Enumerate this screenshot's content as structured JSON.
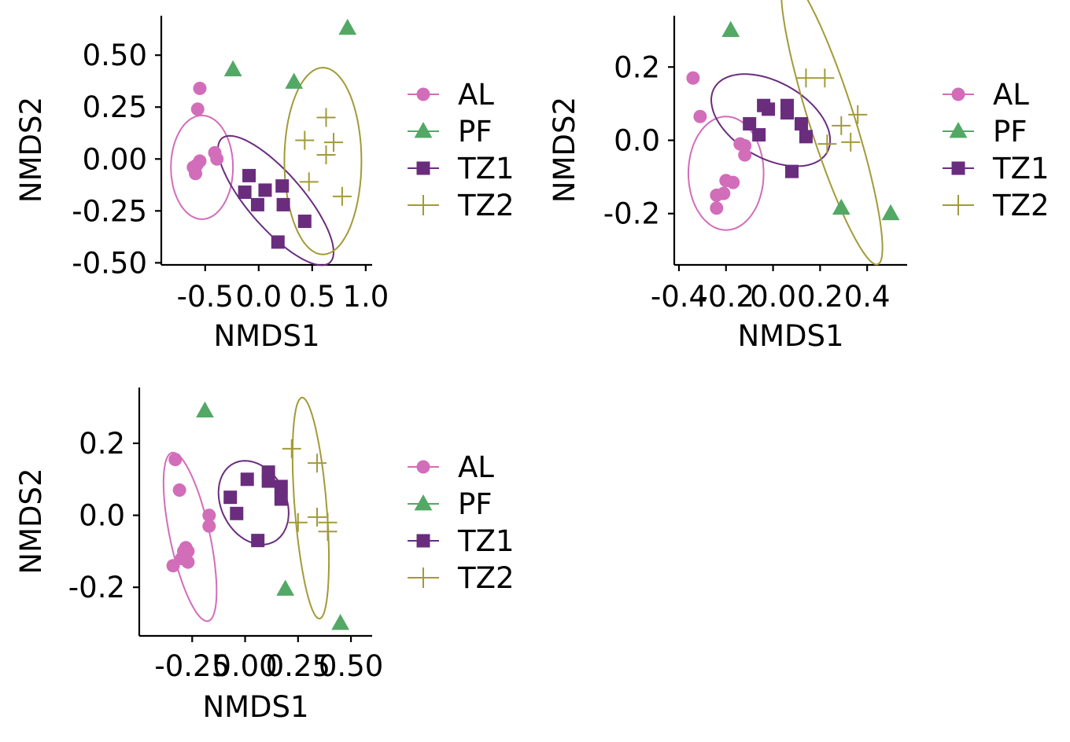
{
  "colors": {
    "AL": "#d26db9",
    "PF": "#53a865",
    "TZ1": "#6a2d7e",
    "TZ2": "#a39a38",
    "axis": "#000000",
    "background": "#ffffff"
  },
  "chart_data": [
    {
      "type": "scatter",
      "xlabel": "NMDS1",
      "ylabel": "NMDS2",
      "xlim": [
        -0.91,
        1.06
      ],
      "ylim": [
        -0.51,
        0.69
      ],
      "xticks": [
        -0.5,
        0.0,
        0.5,
        1.0
      ],
      "xtick_labels": [
        "-0.5",
        "0.0",
        "0.5",
        "1.0"
      ],
      "yticks": [
        -0.5,
        -0.25,
        0.0,
        0.25,
        0.5
      ],
      "ytick_labels": [
        "-0.50",
        "-0.25",
        "0.00",
        "0.25",
        "0.50"
      ],
      "legend": [
        "AL",
        "PF",
        "TZ1",
        "TZ2"
      ],
      "legend_position": "right",
      "series": [
        {
          "name": "AL",
          "marker": "circle",
          "points": [
            [
              -0.55,
              0.34
            ],
            [
              -0.57,
              0.24
            ],
            [
              -0.55,
              -0.01
            ],
            [
              -0.58,
              -0.03
            ],
            [
              -0.61,
              -0.04
            ],
            [
              -0.59,
              -0.07
            ],
            [
              -0.41,
              0.03
            ],
            [
              -0.39,
              0.0
            ]
          ]
        },
        {
          "name": "PF",
          "marker": "triangle",
          "points": [
            [
              -0.24,
              0.43
            ],
            [
              0.33,
              0.37
            ],
            [
              0.83,
              0.63
            ]
          ]
        },
        {
          "name": "TZ1",
          "marker": "square",
          "points": [
            [
              -0.09,
              -0.08
            ],
            [
              -0.13,
              -0.16
            ],
            [
              -0.01,
              -0.22
            ],
            [
              0.06,
              -0.15
            ],
            [
              0.22,
              -0.13
            ],
            [
              0.23,
              -0.22
            ],
            [
              0.43,
              -0.3
            ],
            [
              0.18,
              -0.4
            ]
          ]
        },
        {
          "name": "TZ2",
          "marker": "plus",
          "points": [
            [
              0.43,
              0.09
            ],
            [
              0.63,
              0.2
            ],
            [
              0.7,
              0.08
            ],
            [
              0.63,
              0.02
            ],
            [
              0.47,
              -0.11
            ],
            [
              0.78,
              -0.18
            ]
          ]
        }
      ],
      "ellipses": [
        {
          "group": "AL",
          "center": [
            -0.53,
            -0.04
          ],
          "rx": 0.29,
          "ry": 0.25,
          "angle": 0
        },
        {
          "group": "TZ1",
          "center": [
            0.16,
            -0.2
          ],
          "rx": 0.6,
          "ry": 0.17,
          "angle": -27
        },
        {
          "group": "TZ2",
          "center": [
            0.6,
            -0.01
          ],
          "rx": 0.36,
          "ry": 0.45,
          "angle": 0
        }
      ]
    },
    {
      "type": "scatter",
      "xlabel": "NMDS1",
      "ylabel": "NMDS2",
      "xlim": [
        -0.42,
        0.57
      ],
      "ylim": [
        -0.34,
        0.34
      ],
      "xticks": [
        -0.4,
        -0.2,
        0.0,
        0.2,
        0.4
      ],
      "xtick_labels": [
        "-0.4",
        "-0.2",
        "0.0",
        "0.2",
        "0.4"
      ],
      "yticks": [
        -0.2,
        0.0,
        0.2
      ],
      "ytick_labels": [
        "-0.2",
        "0.0",
        "0.2"
      ],
      "legend": [
        "AL",
        "PF",
        "TZ1",
        "TZ2"
      ],
      "legend_position": "right",
      "series": [
        {
          "name": "AL",
          "marker": "circle",
          "points": [
            [
              -0.34,
              0.17
            ],
            [
              -0.31,
              0.065
            ],
            [
              -0.14,
              -0.01
            ],
            [
              -0.12,
              -0.04
            ],
            [
              -0.12,
              -0.015
            ],
            [
              -0.2,
              -0.11
            ],
            [
              -0.17,
              -0.115
            ],
            [
              -0.21,
              -0.145
            ],
            [
              -0.24,
              -0.15
            ],
            [
              -0.24,
              -0.185
            ]
          ]
        },
        {
          "name": "PF",
          "marker": "triangle",
          "points": [
            [
              -0.18,
              0.3
            ],
            [
              0.29,
              -0.185
            ],
            [
              0.5,
              -0.2
            ]
          ]
        },
        {
          "name": "TZ1",
          "marker": "square",
          "points": [
            [
              -0.1,
              0.045
            ],
            [
              -0.06,
              0.015
            ],
            [
              -0.04,
              0.095
            ],
            [
              -0.02,
              0.085
            ],
            [
              0.06,
              0.095
            ],
            [
              0.06,
              0.075
            ],
            [
              0.12,
              0.045
            ],
            [
              0.14,
              0.01
            ],
            [
              0.08,
              -0.085
            ]
          ]
        },
        {
          "name": "TZ2",
          "marker": "plus",
          "points": [
            [
              0.14,
              0.17
            ],
            [
              0.22,
              0.17
            ],
            [
              0.29,
              0.04
            ],
            [
              0.36,
              0.07
            ],
            [
              0.23,
              -0.01
            ],
            [
              0.33,
              -0.005
            ]
          ]
        }
      ],
      "ellipses": [
        {
          "group": "AL",
          "center": [
            -0.2,
            -0.09
          ],
          "rx": 0.16,
          "ry": 0.155,
          "angle": 0
        },
        {
          "group": "TZ1",
          "center": [
            -0.01,
            0.055
          ],
          "rx": 0.26,
          "ry": 0.11,
          "angle": -15
        },
        {
          "group": "TZ2",
          "center": [
            0.25,
            0.055
          ],
          "rx": 0.44,
          "ry": 0.09,
          "angle": -63
        }
      ]
    },
    {
      "type": "scatter",
      "xlabel": "NMDS1",
      "ylabel": "NMDS2",
      "xlim": [
        -0.5,
        0.6
      ],
      "ylim": [
        -0.335,
        0.355
      ],
      "xticks": [
        -0.25,
        0.0,
        0.25,
        0.5
      ],
      "xtick_labels": [
        "-0.25",
        "0.00",
        "0.25",
        "0.50"
      ],
      "yticks": [
        -0.2,
        0.0,
        0.2
      ],
      "ytick_labels": [
        "-0.2",
        "0.0",
        "0.2"
      ],
      "legend": [
        "AL",
        "PF",
        "TZ1",
        "TZ2"
      ],
      "legend_position": "right",
      "series": [
        {
          "name": "AL",
          "marker": "circle",
          "points": [
            [
              -0.33,
              0.155
            ],
            [
              -0.31,
              0.07
            ],
            [
              -0.17,
              0.0
            ],
            [
              -0.17,
              -0.03
            ],
            [
              -0.28,
              -0.09
            ],
            [
              -0.27,
              -0.1
            ],
            [
              -0.29,
              -0.1
            ],
            [
              -0.3,
              -0.12
            ],
            [
              -0.27,
              -0.13
            ],
            [
              -0.34,
              -0.14
            ]
          ]
        },
        {
          "name": "PF",
          "marker": "triangle",
          "points": [
            [
              -0.19,
              0.29
            ],
            [
              0.19,
              -0.205
            ],
            [
              0.45,
              -0.3
            ]
          ]
        },
        {
          "name": "TZ1",
          "marker": "square",
          "points": [
            [
              -0.07,
              0.05
            ],
            [
              0.01,
              0.1
            ],
            [
              -0.04,
              0.005
            ],
            [
              0.11,
              0.12
            ],
            [
              0.11,
              0.095
            ],
            [
              0.17,
              0.08
            ],
            [
              0.17,
              0.045
            ],
            [
              0.06,
              -0.07
            ]
          ]
        },
        {
          "name": "TZ2",
          "marker": "plus",
          "points": [
            [
              0.22,
              0.185
            ],
            [
              0.34,
              0.145
            ],
            [
              0.25,
              -0.02
            ],
            [
              0.34,
              -0.005
            ],
            [
              0.39,
              -0.02
            ],
            [
              0.39,
              -0.045
            ]
          ]
        }
      ],
      "ellipses": [
        {
          "group": "AL",
          "center": [
            -0.26,
            -0.06
          ],
          "rx": 0.25,
          "ry": 0.09,
          "angle": -68
        },
        {
          "group": "TZ1",
          "center": [
            0.04,
            0.035
          ],
          "rx": 0.17,
          "ry": 0.11,
          "angle": -17
        },
        {
          "group": "TZ2",
          "center": [
            0.31,
            0.02
          ],
          "rx": 0.31,
          "ry": 0.075,
          "angle": -82
        }
      ]
    }
  ]
}
